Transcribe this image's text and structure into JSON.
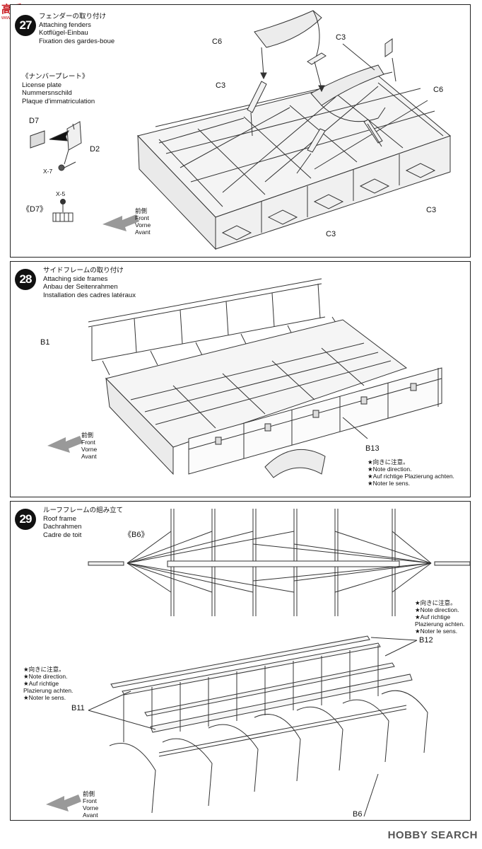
{
  "watermark_top": {
    "brand": "高手网",
    "url": "www.gaoshou.com"
  },
  "watermark_bottom": {
    "brand": "HOBBY SEARCH"
  },
  "step27": {
    "number": "27",
    "titles": [
      "フェンダーの取り付け",
      "Attaching fenders",
      "Kotflügel-Einbau",
      "Fixation des gardes-boue"
    ],
    "sub_titles": [
      "《ナンバープレート》",
      "License plate",
      "Nummersnschild",
      "Plaque d'immatriculation"
    ],
    "parts": {
      "c6_top": "C6",
      "c3_top": "C3",
      "c3_left": "C3",
      "c6_right": "C6",
      "c3_right": "C3",
      "c3_bottom": "C3",
      "d7": "D7",
      "d2": "D2",
      "x7": "X-7",
      "x5": "X-5",
      "d7_sub": "《D7》"
    },
    "front": [
      "前側",
      "Front",
      "Vorne",
      "Avant"
    ]
  },
  "step28": {
    "number": "28",
    "titles": [
      "サイドフレームの取り付け",
      "Attaching side frames",
      "Anbau der Seitenrahmen",
      "Installation des cadres latéraux"
    ],
    "parts": {
      "b1": "B1",
      "b13": "B13"
    },
    "note": [
      "★向きに注意。",
      "★Note direction.",
      "★Auf richtige Plazierung achten.",
      "★Noter le sens."
    ],
    "front": [
      "前側",
      "Front",
      "Vorne",
      "Avant"
    ]
  },
  "step29": {
    "number": "29",
    "titles": [
      "ルーフフレームの組み立て",
      "Roof frame",
      "Dachrahmen",
      "Cadre de toit"
    ],
    "parts": {
      "b6_sub": "《B6》",
      "b12": "B12",
      "b11": "B11",
      "b6": "B6"
    },
    "note_right": [
      "★向きに注意。",
      "★Note direction.",
      "★Auf richtige",
      "Plazierung achten.",
      "★Noter le sens."
    ],
    "note_left": [
      "★向きに注意。",
      "★Note direction.",
      "★Auf richtige",
      "Plazierung achten.",
      "★Noter le sens."
    ],
    "front": [
      "前側",
      "Front",
      "Vorne",
      "Avant"
    ]
  }
}
